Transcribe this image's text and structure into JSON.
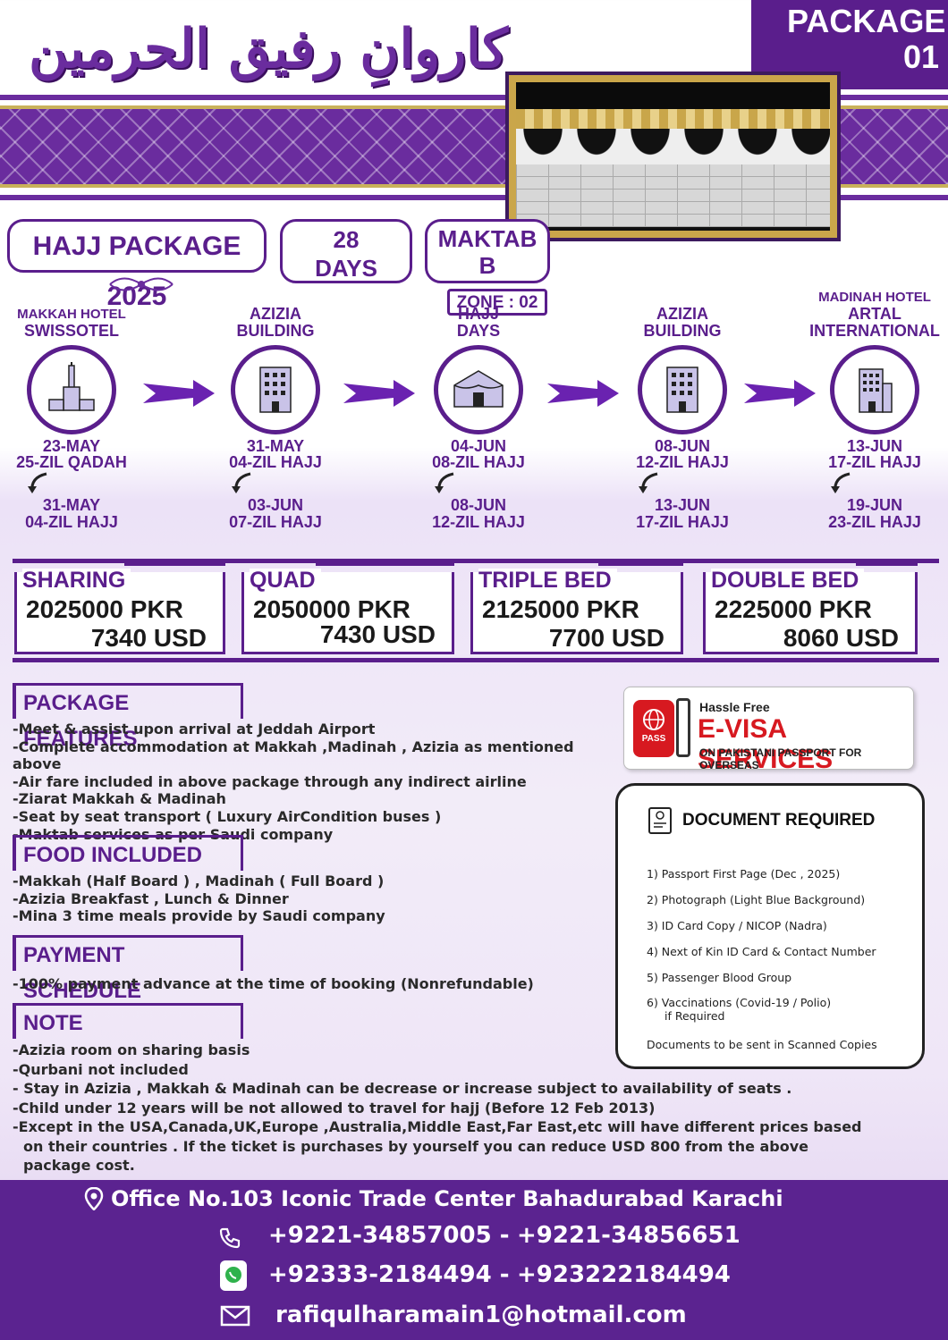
{
  "header": {
    "urdu_title": "کاروانِ رفیق الحرمین",
    "package_label": "PACKAGE",
    "package_number": "01"
  },
  "info": {
    "title": "HAJJ PACKAGE 2025",
    "days_number": "28",
    "days_label": "DAYS",
    "maktab_label": "MAKTAB",
    "maktab_value": "B",
    "zone": "ZONE : 02"
  },
  "timeline": [
    {
      "title_small": "MAKKAH HOTEL",
      "title": "SWISSOTEL",
      "icon": "tower-icon",
      "date1": "23-MAY",
      "date1b": "25-ZIL QADAH",
      "date2": "31-MAY",
      "date2b": "04-ZIL HAJJ"
    },
    {
      "title_small": "AZIZIA",
      "title": "BUILDING",
      "icon": "building-icon",
      "date1": "31-MAY",
      "date1b": "04-ZIL HAJJ",
      "date2": "03-JUN",
      "date2b": "07-ZIL HAJJ"
    },
    {
      "title_small": "HAJJ",
      "title": "DAYS",
      "icon": "tent-icon",
      "date1": "04-JUN",
      "date1b": "08-ZIL HAJJ",
      "date2": "08-JUN",
      "date2b": "12-ZIL HAJJ"
    },
    {
      "title_small": "AZIZIA",
      "title": "BUILDING",
      "icon": "building-icon",
      "date1": "08-JUN",
      "date1b": "12-ZIL HAJJ",
      "date2": "13-JUN",
      "date2b": "17-ZIL HAJJ"
    },
    {
      "title_small": "MADINAH HOTEL",
      "title": "ARTAL",
      "title2": "INTERNATIONAL",
      "icon": "hotel-icon",
      "date1": "13-JUN",
      "date1b": "17-ZIL HAJJ",
      "date2": "19-JUN",
      "date2b": "23-ZIL HAJJ"
    }
  ],
  "prices": [
    {
      "label": "SHARING",
      "pkr": "2025000 PKR",
      "usd": "7340 USD"
    },
    {
      "label": "QUAD",
      "pkr": "2050000 PKR",
      "usd": "7430 USD"
    },
    {
      "label": "TRIPLE BED",
      "pkr": "2125000 PKR",
      "usd": "7700 USD"
    },
    {
      "label": "DOUBLE BED",
      "pkr": "2225000 PKR",
      "usd": "8060 USD"
    }
  ],
  "features": {
    "heading": "PACKAGE FEATURES",
    "items": [
      "-Meet & assist upon arrival at Jeddah Airport",
      "-Complete accommodation at Makkah ,Madinah , Azizia as mentioned above",
      "-Air fare included in above package through any indirect airline",
      "-Ziarat Makkah & Madinah",
      "-Seat by seat transport ( Luxury AirCondition buses )",
      "-Maktab services as per Saudi company"
    ]
  },
  "food": {
    "heading": "FOOD INCLUDED",
    "items": [
      "-Makkah (Half Board ) , Madinah ( Full Board )",
      "-Azizia Breakfast , Lunch & Dinner",
      "-Mina 3 time meals provide by Saudi company"
    ]
  },
  "payment": {
    "heading": "PAYMENT SCHEDULE",
    "items": [
      "-100% payment advance at the time of booking (Nonrefundable)"
    ]
  },
  "note": {
    "heading": "NOTE",
    "items": [
      "-Azizia room on sharing basis",
      "-Qurbani not included",
      "- Stay in Azizia , Makkah & Madinah can be decrease or increase subject to availability of seats .",
      "-Child under 12 years will be not allowed to travel for hajj (Before 12 Feb 2013)",
      "-Except in the USA,Canada,UK,Europe ,Australia,Middle East,Far East,etc will have different prices based",
      "on their countries . If the ticket is purchases by yourself you can reduce USD 800 from the above",
      "package cost."
    ]
  },
  "evisa": {
    "sub": "Hassle Free",
    "title": "E-VISA SERVICES",
    "foot": "ON PAKISTANI PASSPORT FOR OVERSEAS",
    "icon_text": "PASS"
  },
  "documents": {
    "title": "DOCUMENT REQUIRED",
    "items": [
      "1) Passport First Page (Dec , 2025)",
      "2) Photograph (Light Blue Background)",
      "3) ID Card Copy / NICOP (Nadra)",
      "4) Next of Kin ID Card & Contact Number",
      "5) Passenger Blood Group",
      "6) Vaccinations (Covid-19 / Polio)"
    ],
    "item6_sub": "if Required",
    "foot": "Documents to be sent in Scanned Copies"
  },
  "footer": {
    "address": "Office No.103 Iconic Trade Center Bahadurabad Karachi",
    "phone1": "+9221-34857005 -",
    "phone2": "+9221-34856651",
    "wa1": "+92333-2184494 -",
    "wa2": "+923222184494",
    "email": "rafiqulharamain1@hotmail.com"
  }
}
